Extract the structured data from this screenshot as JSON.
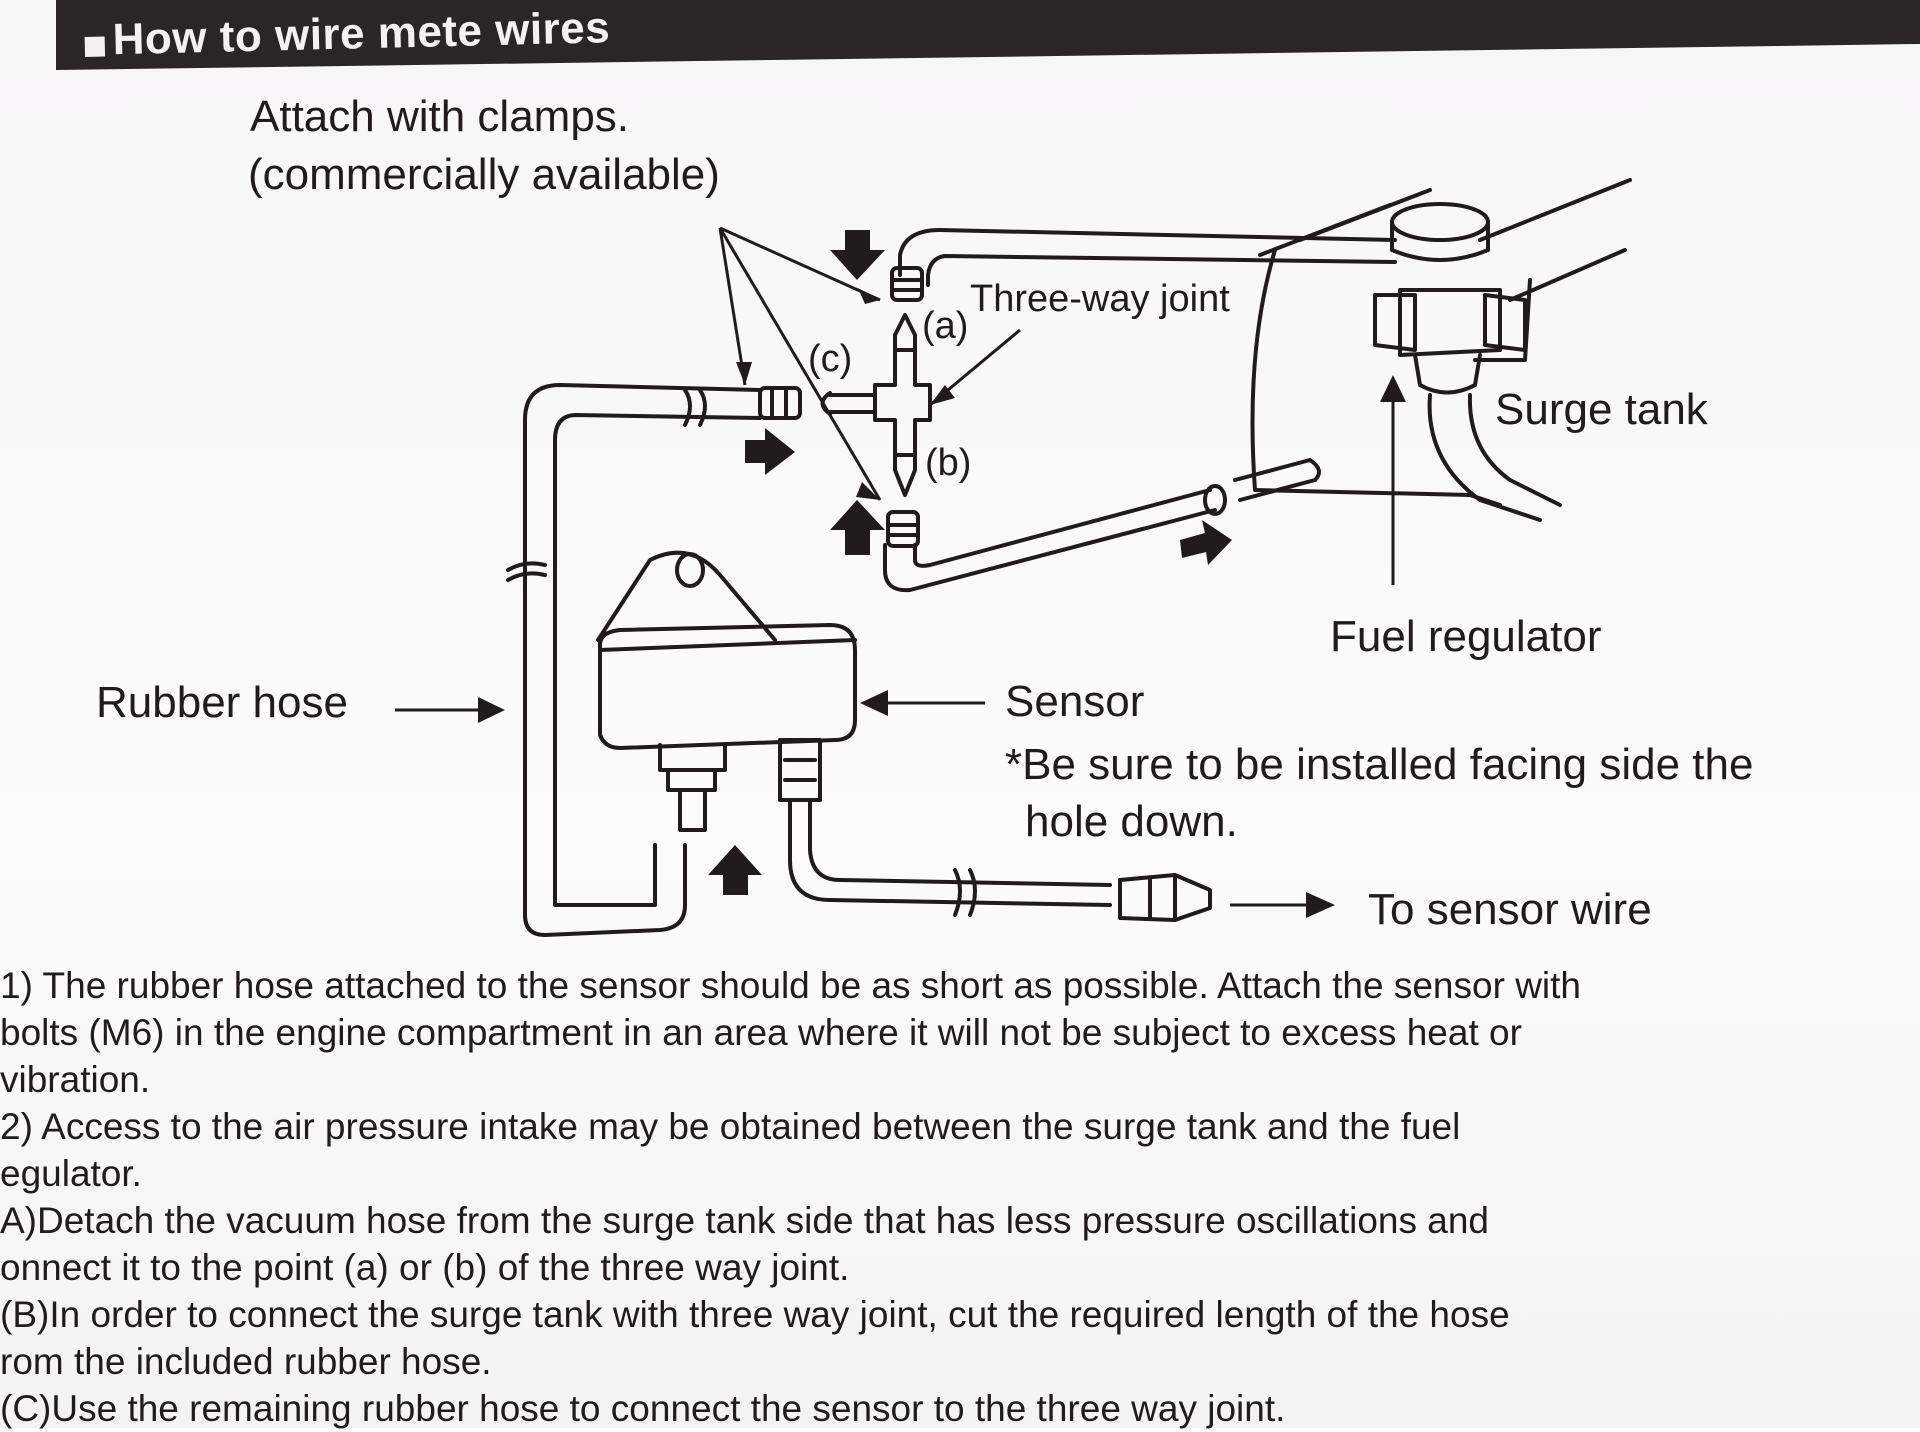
{
  "header": {
    "title": "How to wire mete wires"
  },
  "labels": {
    "clamps_line1": "Attach with clamps.",
    "clamps_line2": "(commercially available)",
    "three_way_joint": "Three-way joint",
    "point_a": "(a)",
    "point_b": "(b)",
    "point_c": "(c)",
    "surge_tank": "Surge tank",
    "fuel_regulator": "Fuel regulator",
    "rubber_hose": "Rubber hose",
    "sensor": "Sensor",
    "sensor_note_line1": "*Be sure to be installed facing side the",
    "sensor_note_line2": "hole down.",
    "to_sensor_wire": "To sensor wire"
  },
  "instructions": [
    "1) The rubber hose attached to the sensor should be as short as possible. Attach the sensor with",
    "bolts (M6) in the engine compartment in an area where it will not be subject to excess heat or",
    "vibration.",
    "2) Access to the air pressure intake may be obtained between the surge tank and the fuel",
    "egulator.",
    "A)Detach the vacuum hose from the surge tank side that has less pressure oscillations and",
    "onnect it to the point (a) or (b) of the three way joint.",
    "(B)In order to connect the surge tank with three way joint, cut the required length of the hose",
    "rom the included rubber hose.",
    "(C)Use the remaining rubber hose to connect the sensor to the three way joint."
  ],
  "colors": {
    "ink": "#201b1c",
    "header_bg": "#2a2526",
    "paper": "#f8f8f8"
  }
}
